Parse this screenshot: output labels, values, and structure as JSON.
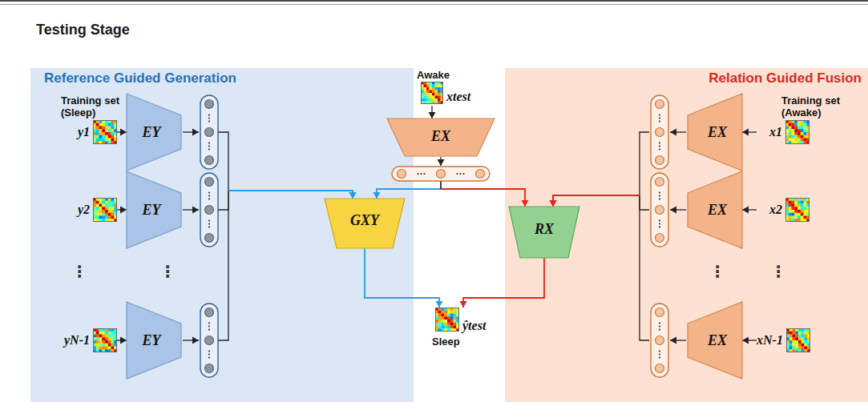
{
  "diagram": {
    "title": "Testing Stage",
    "nodes": [
      {
        "text": [
          "Reference Guided Generation"
        ]
      },
      {
        "text": [
          "y1"
        ],
        "in": 0
      },
      {
        "text": [
          "EY"
        ],
        "in": 0
      },
      {
        "text": [
          "y2"
        ],
        "in": 0
      },
      {
        "text": [
          "EY"
        ],
        "in": 0
      },
      {
        "text": [
          "yN-1"
        ],
        "in": 0
      },
      {
        "text": [
          "EY"
        ],
        "in": 0
      },
      {
        "text": [
          "GXY"
        ],
        "in": 0
      },
      {
        "text": [
          "Awake",
          "xtest"
        ]
      },
      {
        "text": [
          "EX"
        ]
      },
      {
        "text": [
          "ŷtest",
          "Sleep"
        ]
      },
      {
        "text": [
          "Relation Guided Fusion"
        ]
      },
      {
        "text": [
          "RX"
        ],
        "in": 11
      },
      {
        "text": [
          "x1"
        ],
        "in": 11
      },
      {
        "text": [
          "EX"
        ],
        "in": 11
      },
      {
        "text": [
          "x2"
        ],
        "in": 11
      },
      {
        "text": [
          "EX"
        ],
        "in": 11
      },
      {
        "text": [
          "xN-1"
        ],
        "in": 11
      },
      {
        "text": [
          "EX"
        ],
        "in": 11
      }
    ],
    "edges": [
      {
        "from": 1,
        "to": 2,
        "arrow": "to"
      },
      {
        "from": 3,
        "to": 4,
        "arrow": "to"
      },
      {
        "from": 5,
        "to": 6,
        "arrow": "to"
      },
      {
        "from": 2,
        "to": 7,
        "arrow": "to"
      },
      {
        "from": 4,
        "to": 7,
        "arrow": "to"
      },
      {
        "from": 6,
        "to": 7,
        "arrow": "to"
      },
      {
        "from": 8,
        "to": 9,
        "arrow": "to"
      },
      {
        "from": 9,
        "to": 7,
        "arrow": "to"
      },
      {
        "from": 9,
        "to": 12,
        "arrow": "to"
      },
      {
        "from": 13,
        "to": 14,
        "arrow": "to"
      },
      {
        "from": 15,
        "to": 16,
        "arrow": "to"
      },
      {
        "from": 17,
        "to": 18,
        "arrow": "to"
      },
      {
        "from": 14,
        "to": 12,
        "arrow": "to"
      },
      {
        "from": 16,
        "to": 12,
        "arrow": "to"
      },
      {
        "from": 18,
        "to": 12,
        "arrow": "to"
      },
      {
        "from": 7,
        "to": 10,
        "arrow": "to"
      },
      {
        "from": 12,
        "to": 10,
        "arrow": "to"
      }
    ],
    "labels": [
      "Training set (Sleep)",
      "⋮",
      "⋮",
      "Training set (Awake)",
      "⋮",
      "⋮"
    ]
  }
}
